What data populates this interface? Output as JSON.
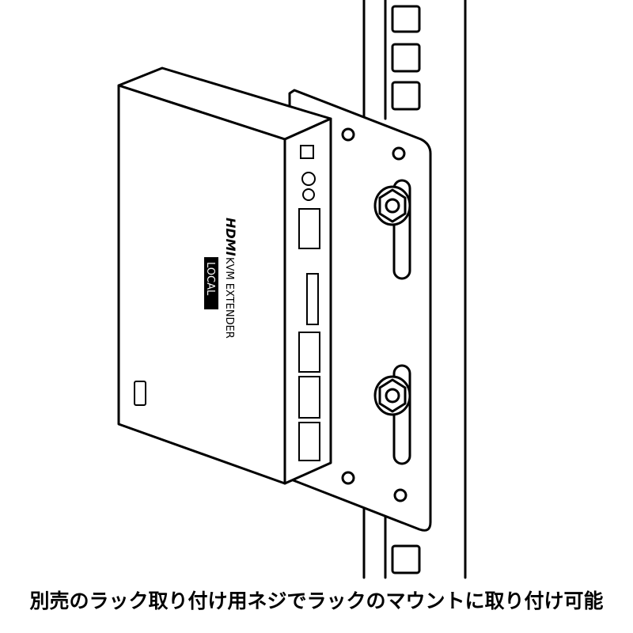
{
  "product": {
    "brand_logo": "HDMI",
    "name": "KVM EXTENDER",
    "badge": "LOCAL"
  },
  "caption": "別売のラック取り付け用ネジでラックのマウントに取り付け可能"
}
